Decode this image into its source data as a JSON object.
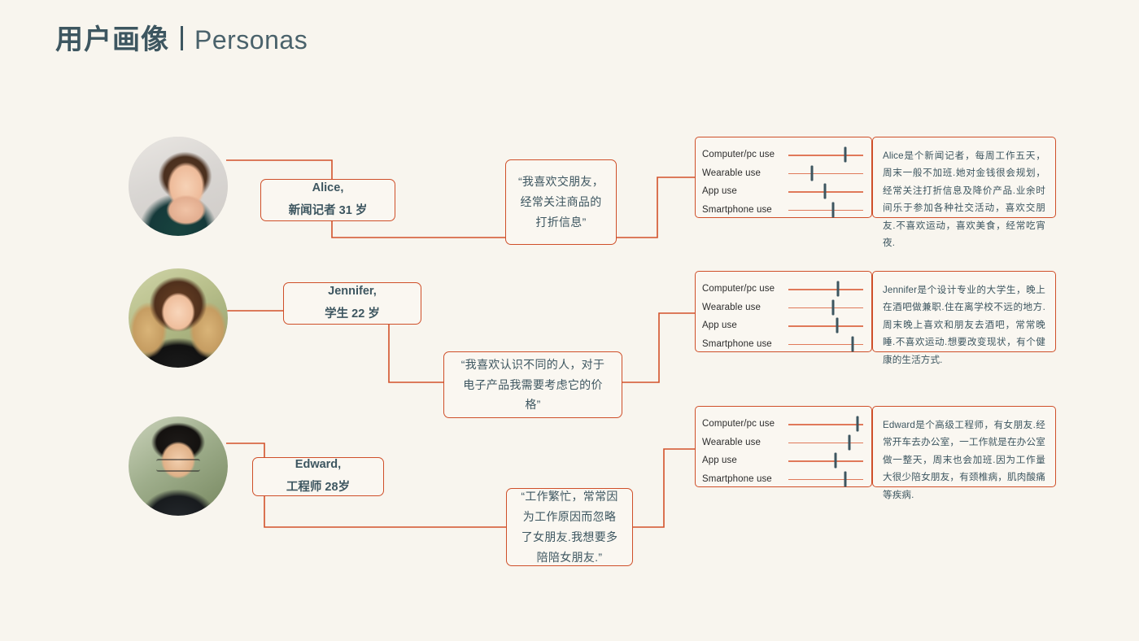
{
  "title": {
    "cn": "用户画像",
    "separator": "|",
    "en": "Personas"
  },
  "colors": {
    "background": "#f8f5ee",
    "accent_orange": "#cf4f29",
    "track_orange": "#e0795a",
    "text_slate": "#3d5660",
    "panel_bg": "#faf7f1"
  },
  "chart_data": {
    "type": "bar",
    "title": "Device / technology usage per persona",
    "categories": [
      "Computer/pc use",
      "Wearable use",
      "App use",
      "Smartphone use"
    ],
    "xlabel": "",
    "ylabel": "",
    "xlim": [
      0,
      100
    ],
    "grid": false,
    "legend": "none",
    "series": [
      {
        "name": "Alice",
        "values": [
          76,
          32,
          49,
          60
        ]
      },
      {
        "name": "Jennifer",
        "values": [
          66,
          60,
          65,
          86
        ]
      },
      {
        "name": "Edward",
        "values": [
          92,
          81,
          63,
          76
        ]
      }
    ]
  },
  "personas": [
    {
      "id": "alice",
      "avatar_name": "alice-avatar",
      "name_line": "Alice,",
      "role_line": "新闻记者 31 岁",
      "quote": "“我喜欢交朋友，经常关注商品的打折信息”",
      "chart": {
        "rows": [
          {
            "label": "Computer/pc use",
            "value": 76
          },
          {
            "label": "Wearable use",
            "value": 32
          },
          {
            "label": "App use",
            "value": 49
          },
          {
            "label": "Smartphone use",
            "value": 60
          }
        ]
      },
      "description": "Alice是个新闻记者，每周工作五天，周末一般不加班.她对金钱很会规划，经常关注打折信息及降价产品.业余时间乐于参加各种社交活动，喜欢交朋友.不喜欢运动，喜欢美食，经常吃宵夜."
    },
    {
      "id": "jennifer",
      "avatar_name": "jennifer-avatar",
      "name_line": "Jennifer,",
      "role_line": "学生 22 岁",
      "quote": "“我喜欢认识不同的人，对于电子产品我需要考虑它的价格”",
      "chart": {
        "rows": [
          {
            "label": "Computer/pc use",
            "value": 66
          },
          {
            "label": "Wearable use",
            "value": 60
          },
          {
            "label": "App use",
            "value": 65
          },
          {
            "label": "Smartphone use",
            "value": 86
          }
        ]
      },
      "description": "Jennifer是个设计专业的大学生，晚上在酒吧做兼职.住在离学校不远的地方.周末晚上喜欢和朋友去酒吧，常常晚睡.不喜欢运动.想要改变现状，有个健康的生活方式."
    },
    {
      "id": "edward",
      "avatar_name": "edward-avatar",
      "name_line": "Edward,",
      "role_line": "工程师 28岁",
      "quote": "“工作繁忙，常常因为工作原因而忽略了女朋友.我想要多陪陪女朋友.”",
      "chart": {
        "rows": [
          {
            "label": "Computer/pc use",
            "value": 92
          },
          {
            "label": "Wearable use",
            "value": 81
          },
          {
            "label": "App use",
            "value": 63
          },
          {
            "label": "Smartphone use",
            "value": 76
          }
        ]
      },
      "description": "Edward是个高级工程师，有女朋友.经常开车去办公室，一工作就是在办公室做一整天，周末也会加班.因为工作量大很少陪女朋友，有颈椎病，肌肉酸痛等疾病."
    }
  ]
}
